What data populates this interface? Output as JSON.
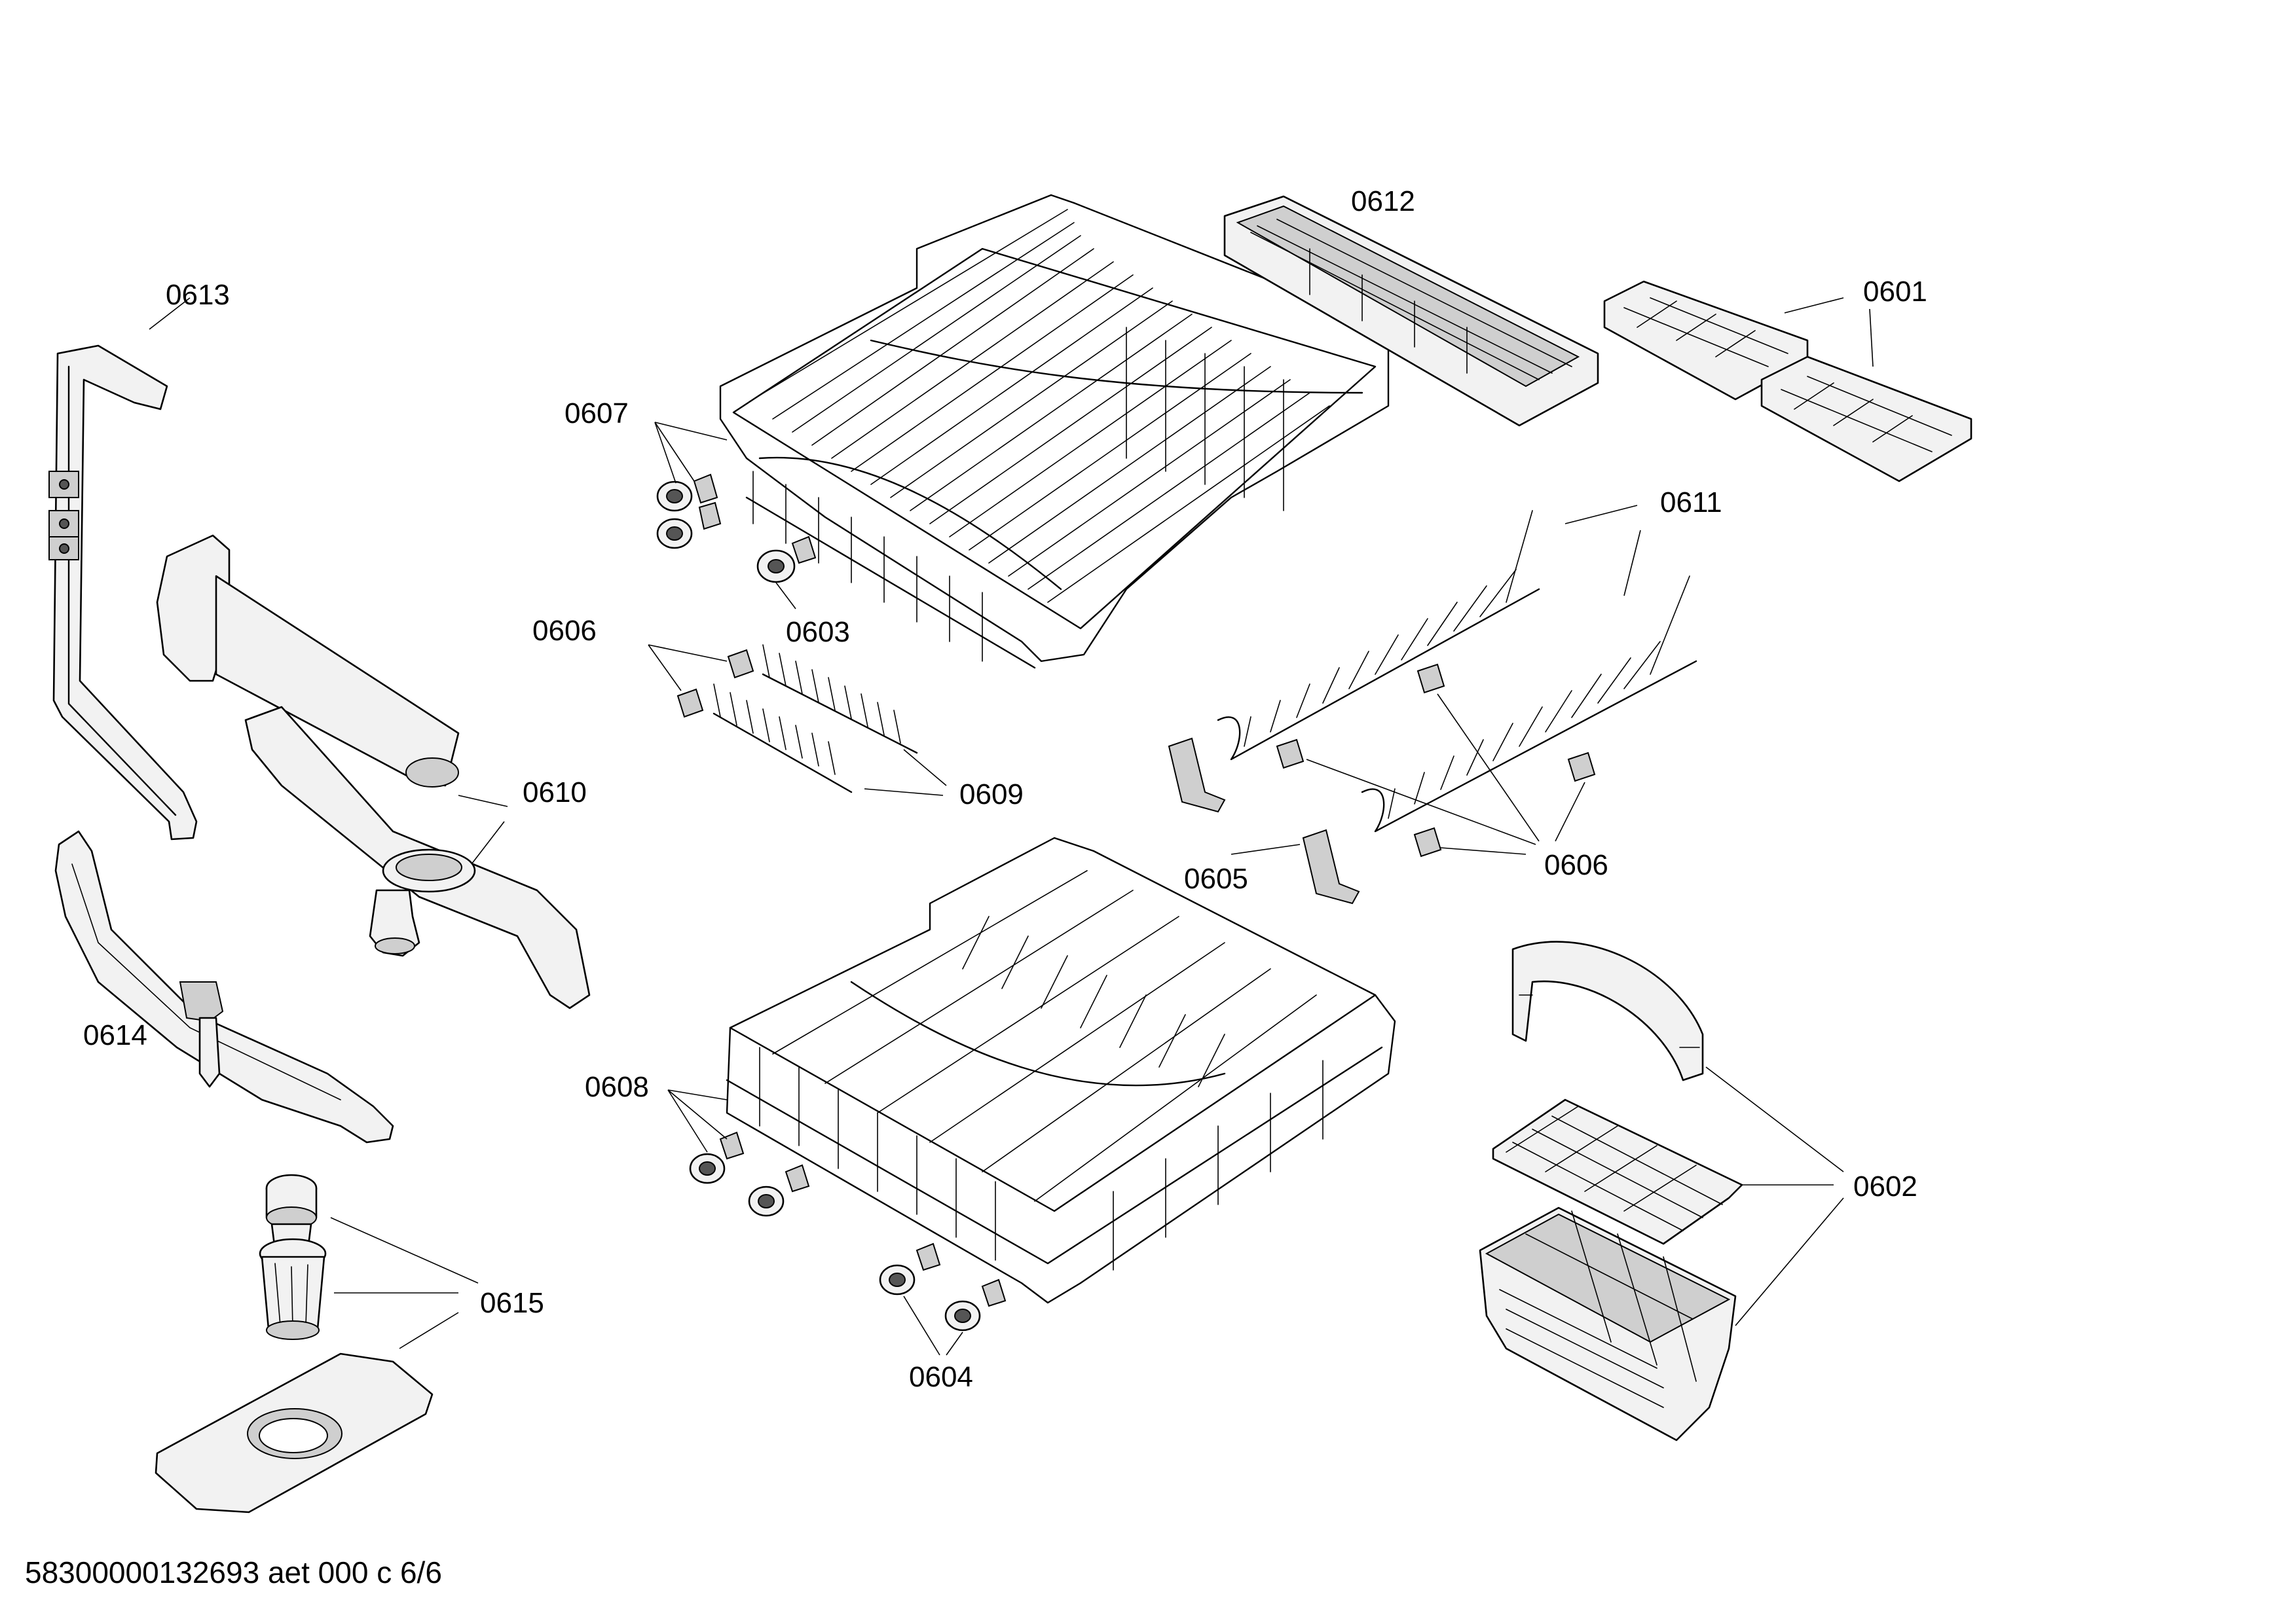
{
  "diagram": {
    "labels": {
      "p0601": "0601",
      "p0602": "0602",
      "p0603": "0603",
      "p0604": "0604",
      "p0605": "0605",
      "p0606_left": "0606",
      "p0606_right": "0606",
      "p0607": "0607",
      "p0608": "0608",
      "p0609": "0609",
      "p0610": "0610",
      "p0611": "0611",
      "p0612": "0612",
      "p0613": "0613",
      "p0614": "0614",
      "p0615": "0615"
    },
    "footer": "58300000132693 aet 000 c 6/6"
  }
}
